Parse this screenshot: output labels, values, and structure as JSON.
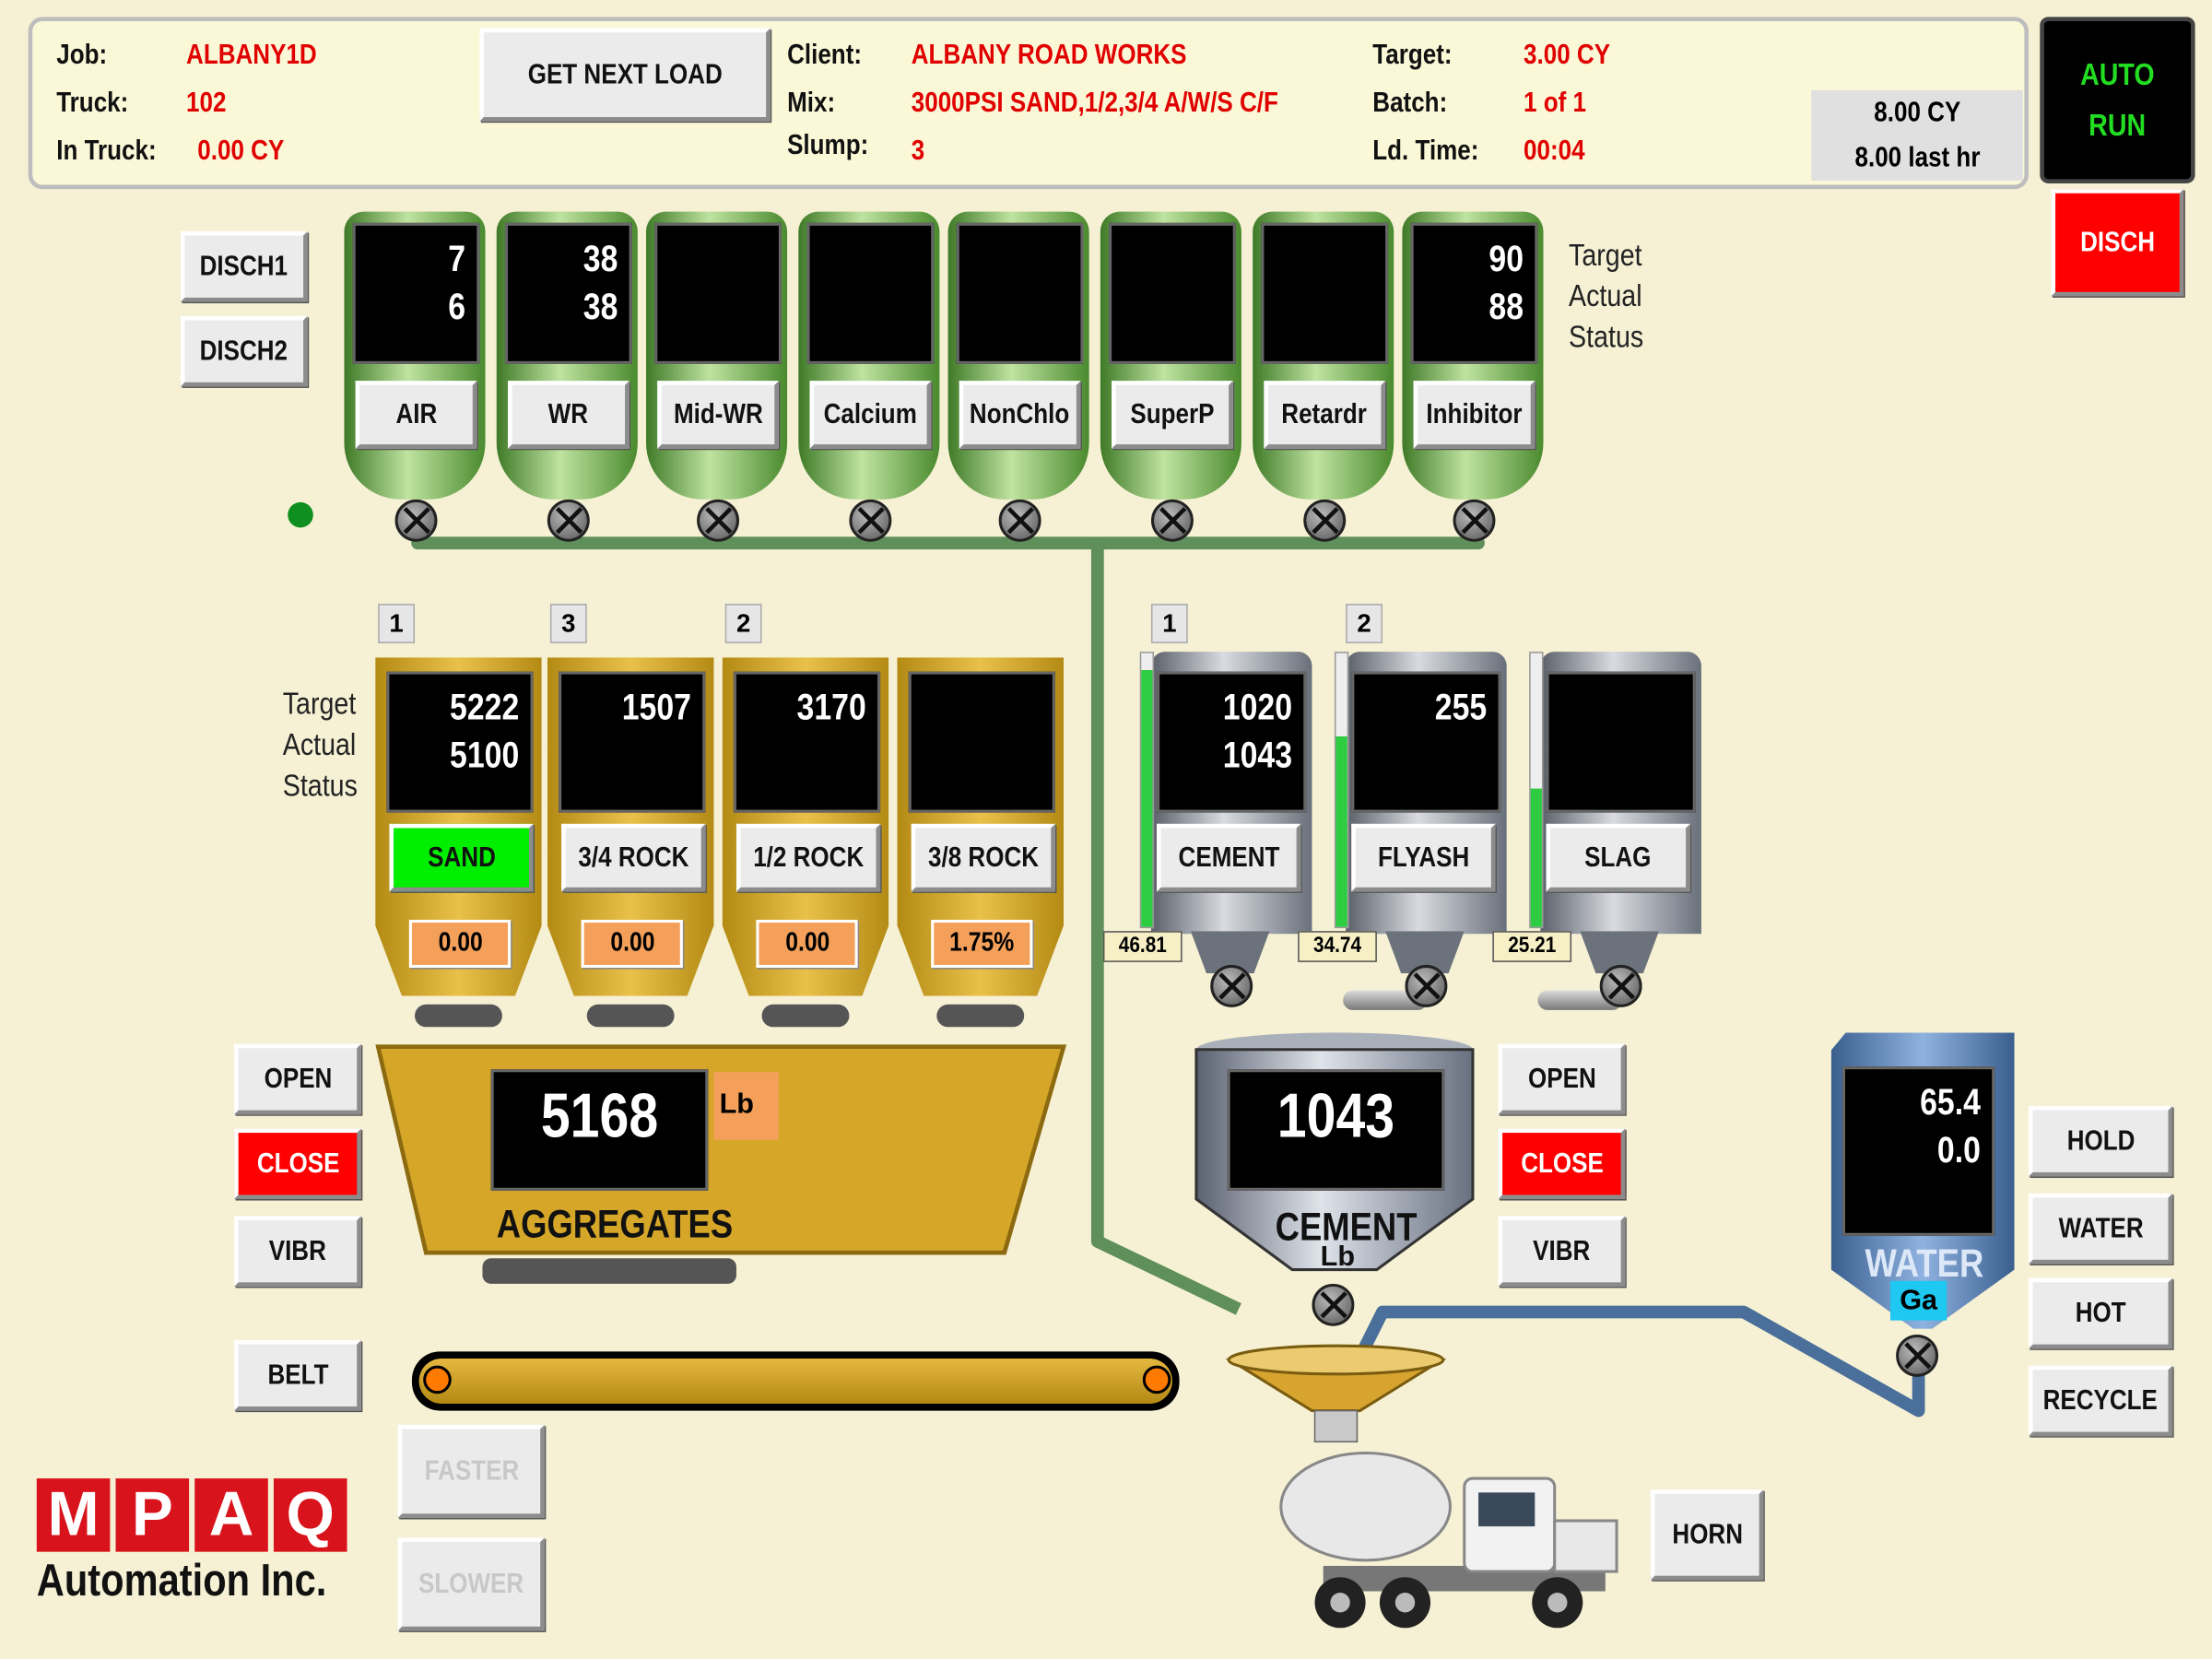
{
  "header": {
    "job_label": "Job:",
    "job": "ALBANY1D",
    "truck_label": "Truck:",
    "truck": "102",
    "intruck_label": "In Truck:",
    "intruck": "0.00 CY",
    "get_next_load": "GET NEXT LOAD",
    "client_label": "Client:",
    "client": "ALBANY ROAD WORKS",
    "mix_label": "Mix:",
    "mix": "3000PSI SAND,1/2,3/4 A/W/S C/F",
    "slump_label": "Slump:",
    "slump": "3",
    "target_label": "Target:",
    "target": "3.00 CY",
    "batch_label": "Batch:",
    "batch": "1 of 1",
    "ldtime_label": "Ld. Time:",
    "ldtime": "00:04",
    "summary_line1": "8.00 CY",
    "summary_line2": "8.00 last hr"
  },
  "mode": {
    "line1": "AUTO",
    "line2": "RUN"
  },
  "disch_button": "DISCH",
  "disch1": "DISCH1",
  "disch2": "DISCH2",
  "legend": {
    "target": "Target",
    "actual": "Actual",
    "status": "Status"
  },
  "admixtures": [
    {
      "label": "AIR",
      "target": "7",
      "actual": "6"
    },
    {
      "label": "WR",
      "target": "38",
      "actual": "38"
    },
    {
      "label": "Mid-WR",
      "target": "",
      "actual": ""
    },
    {
      "label": "Calcium",
      "target": "",
      "actual": ""
    },
    {
      "label": "NonChlo",
      "target": "",
      "actual": ""
    },
    {
      "label": "SuperP",
      "target": "",
      "actual": ""
    },
    {
      "label": "Retardr",
      "target": "",
      "actual": ""
    },
    {
      "label": "Inhibitor",
      "target": "90",
      "actual": "88"
    }
  ],
  "aggregates": [
    {
      "tag": "1",
      "label": "SAND",
      "target": "5222",
      "actual": "5100",
      "moisture": "0.00",
      "active": true
    },
    {
      "tag": "3",
      "label": "3/4 ROCK",
      "target": "1507",
      "actual": "",
      "moisture": "0.00",
      "active": false
    },
    {
      "tag": "2",
      "label": "1/2 ROCK",
      "target": "3170",
      "actual": "",
      "moisture": "0.00",
      "active": false
    },
    {
      "tag": "",
      "label": "3/8 ROCK",
      "target": "",
      "actual": "",
      "moisture": "1.75%",
      "active": false
    }
  ],
  "cements": [
    {
      "tag": "1",
      "label": "CEMENT",
      "target": "1020",
      "actual": "1043",
      "level": "46.81"
    },
    {
      "tag": "2",
      "label": "FLYASH",
      "target": "255",
      "actual": "",
      "level": "34.74"
    },
    {
      "tag": "",
      "label": "SLAG",
      "target": "",
      "actual": "",
      "level": "25.21"
    }
  ],
  "agg_hopper": {
    "value": "5168",
    "unit": "Lb",
    "label": "AGGREGATES"
  },
  "cement_hopper": {
    "value": "1043",
    "label": "CEMENT",
    "unit": "Lb"
  },
  "water": {
    "target": "65.4",
    "actual": "0.0",
    "label": "WATER",
    "unit": "Ga"
  },
  "agg_controls": {
    "open": "OPEN",
    "close": "CLOSE",
    "vibr": "VIBR",
    "belt": "BELT",
    "faster": "FASTER",
    "slower": "SLOWER"
  },
  "cem_controls": {
    "open": "OPEN",
    "close": "CLOSE",
    "vibr": "VIBR"
  },
  "water_controls": {
    "hold": "HOLD",
    "water": "WATER",
    "hot": "HOT",
    "recycle": "RECYCLE"
  },
  "horn": "HORN",
  "logo": {
    "letters": [
      "M",
      "P",
      "A",
      "Q"
    ],
    "subtitle": "Automation Inc."
  },
  "colors": {
    "alarm_red": "#ff0000",
    "active_green": "#00ee00",
    "tank_green": "#6aa84f",
    "bin_gold": "#d9a520",
    "pipe_green": "#5f8f5a",
    "pipe_blue": "#4a6f9a"
  }
}
